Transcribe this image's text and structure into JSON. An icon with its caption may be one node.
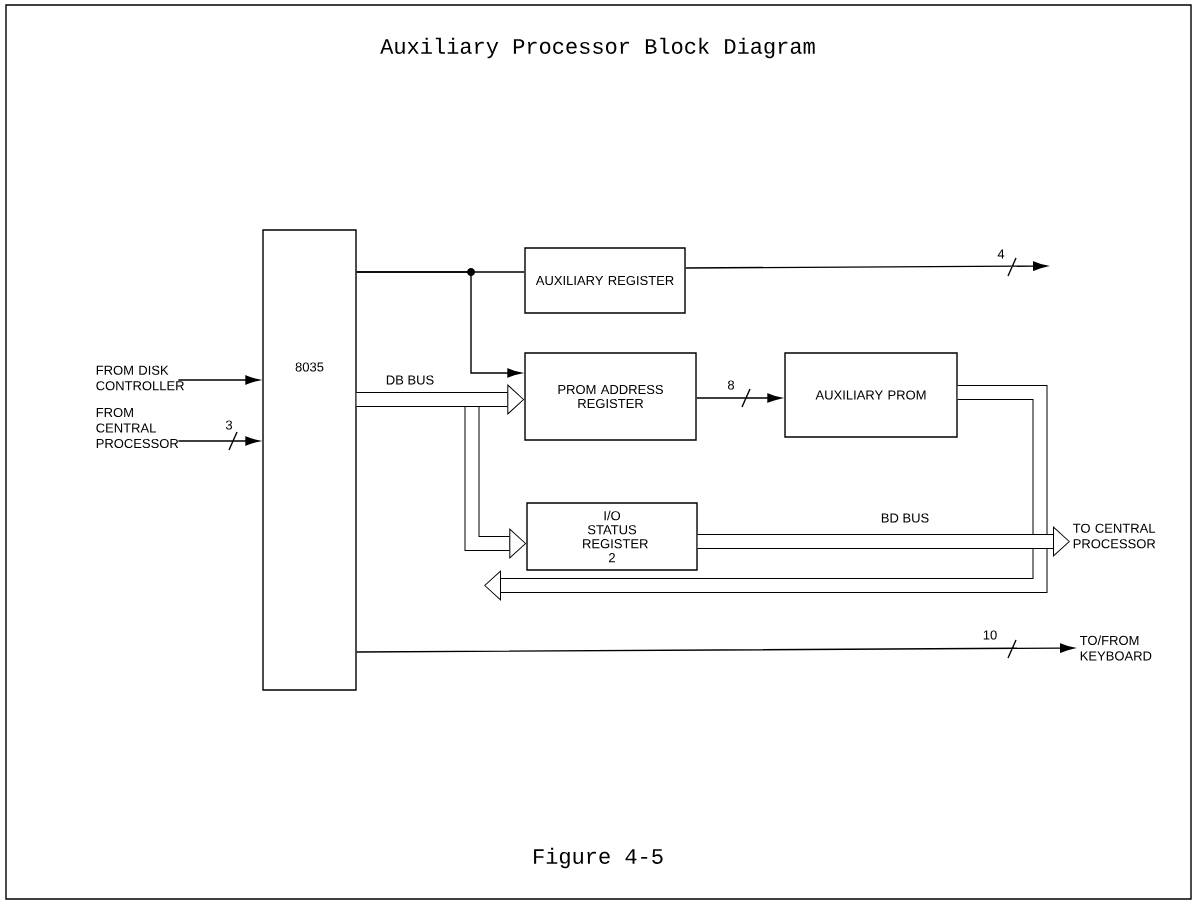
{
  "diagram": {
    "title": "Auxiliary Processor Block Diagram",
    "caption": "Figure 4-5",
    "nodes": [
      {
        "text": [
          "FROM DISK CONTROLLER"
        ]
      },
      {
        "text": [
          "FROM CENTRAL PROCESSOR"
        ]
      },
      {
        "text": [
          "8035"
        ]
      },
      {
        "text": [
          "AUXILIARY REGISTER"
        ]
      },
      {
        "text": [
          "PROM ADDRESS REGISTER"
        ]
      },
      {
        "text": [
          "AUXILIARY PROM"
        ]
      },
      {
        "text": [
          "I/O STATUS REGISTER 2"
        ]
      },
      {
        "text": [
          "TO CENTRAL PROCESSOR"
        ]
      },
      {
        "text": [
          "TO/FROM KEYBOARD"
        ]
      }
    ],
    "edges": [
      {
        "from": 0,
        "to": 2,
        "arrow": "to"
      },
      {
        "from": 1,
        "to": 2,
        "arrow": "to",
        "label": "3"
      },
      {
        "from": 2,
        "to": 3,
        "arrow": "none"
      },
      {
        "from": 2,
        "to": 4,
        "arrow": "to"
      },
      {
        "from": 3,
        "to": null,
        "arrow": "to",
        "label": "4"
      },
      {
        "from": 2,
        "to": 4,
        "arrow": "to",
        "label": "DB BUS",
        "style": "thick"
      },
      {
        "from": 2,
        "to": 6,
        "arrow": "to",
        "style": "thick"
      },
      {
        "from": 4,
        "to": 5,
        "arrow": "to",
        "label": "8"
      },
      {
        "from": 5,
        "to": null,
        "arrow": "to",
        "style": "thick"
      },
      {
        "from": 6,
        "to": 7,
        "arrow": "to",
        "label": "BD BUS",
        "style": "thick"
      },
      {
        "from": 2,
        "to": 8,
        "arrow": "to",
        "label": "10"
      }
    ]
  }
}
